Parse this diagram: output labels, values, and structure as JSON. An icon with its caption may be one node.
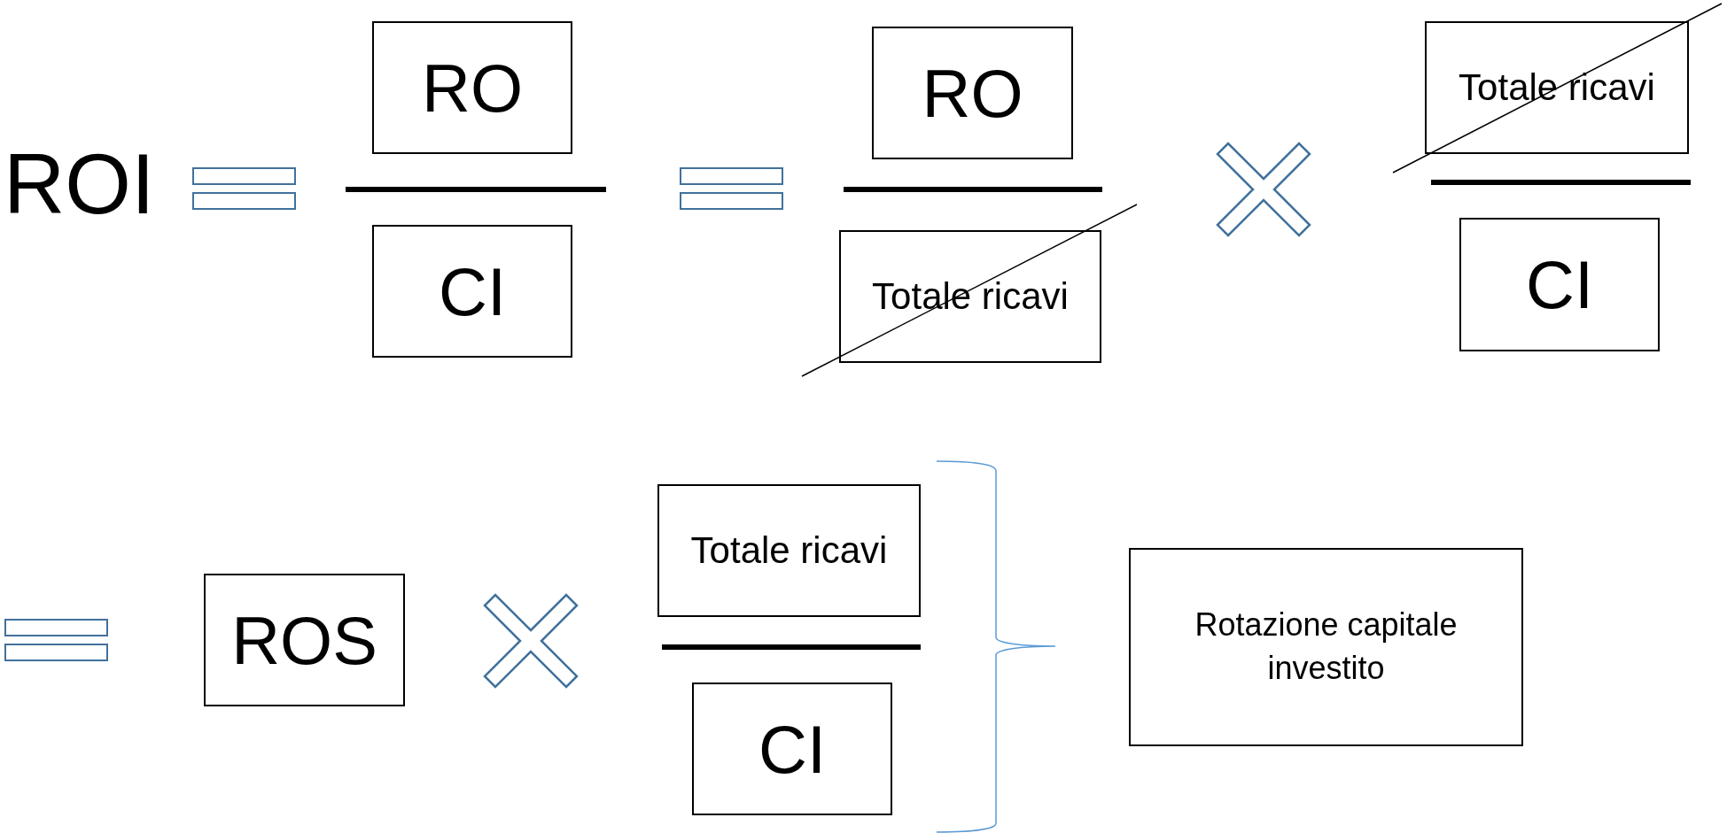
{
  "diagram": {
    "nodes": [
      {
        "text": [
          "RO"
        ]
      },
      {
        "text": [
          "CI"
        ]
      },
      {
        "text": [
          "RO"
        ]
      },
      {
        "text": [
          "Totale ricavi"
        ]
      },
      {
        "text": [
          "Totale ricavi"
        ]
      },
      {
        "text": [
          "CI"
        ]
      },
      {
        "text": [
          "ROS"
        ]
      },
      {
        "text": [
          "Totale ricavi"
        ]
      },
      {
        "text": [
          "CI"
        ]
      },
      {
        "text": [
          "Rotazione capitale investito"
        ]
      }
    ],
    "labels": [
      "ROI"
    ]
  }
}
